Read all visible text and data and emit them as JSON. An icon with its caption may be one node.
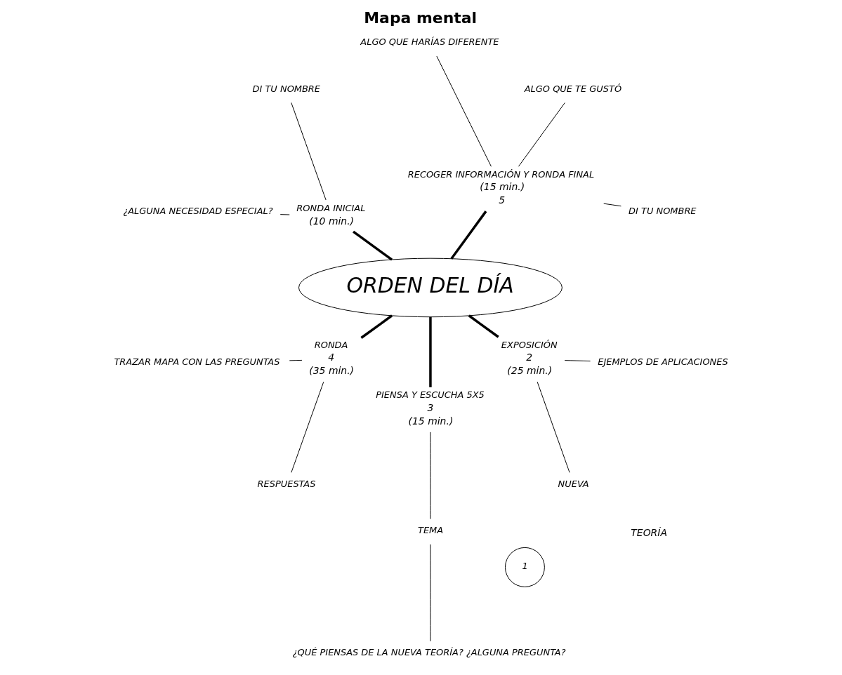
{
  "diagram": {
    "title": "Mapa mental",
    "nodes": [
      {
        "text": [
          "ORDEN DEL DÍA"
        ]
      },
      {
        "text": [
          "RECOGER INFORMACIÓN Y RONDA FINAL"
        ],
        "beside": [
          "(15 min.)",
          "5"
        ]
      },
      {
        "text": [
          "DI TU NOMBRE"
        ]
      },
      {
        "text": [
          "ALGO QUE TE GUSTÓ"
        ]
      },
      {
        "text": [
          "ALGO QUE HARÍAS DIFERENTE"
        ]
      },
      {
        "text": [
          "1"
        ]
      },
      {
        "text": [
          "RONDA INICIAL"
        ],
        "beside": [
          "(10 min.)"
        ]
      },
      {
        "text": [
          "DI TU NOMBRE"
        ]
      },
      {
        "text": [
          "¿ALGUNA NECESIDAD ESPECIAL?"
        ]
      },
      {
        "text": [
          "RONDA"
        ],
        "beside": [
          "4",
          "(35 min.)"
        ]
      },
      {
        "text": [
          "TRAZAR MAPA CON LAS PREGUNTAS"
        ]
      },
      {
        "text": [
          "RESPUESTAS"
        ]
      },
      {
        "text": [
          "PIENSA Y ESCUCHA 5X5"
        ],
        "beside": [
          "3",
          "(15 min.)"
        ]
      },
      {
        "text": [
          "TEMA"
        ]
      },
      {
        "text": [
          "¿QUÉ PIENSAS DE LA NUEVA TEORÍA? ¿ALGUNA PREGUNTA?"
        ]
      },
      {
        "text": [
          "EXPOSICIÓN"
        ],
        "beside": [
          "2",
          "(25 min.)"
        ]
      },
      {
        "text": [
          "NUEVA"
        ]
      },
      {
        "text": [
          "EJEMPLOS DE APLICACIONES"
        ]
      }
    ],
    "edges": [
      {
        "from": 0,
        "to": 1,
        "arrow": "none",
        "style": "thick"
      },
      {
        "from": 1,
        "to": 2,
        "arrow": "none"
      },
      {
        "from": 1,
        "to": 3,
        "arrow": "none"
      },
      {
        "from": 1,
        "to": 4,
        "arrow": "none"
      },
      {
        "from": 0,
        "to": 6,
        "arrow": "none",
        "style": "thick"
      },
      {
        "from": 6,
        "to": 7,
        "arrow": "none"
      },
      {
        "from": 6,
        "to": 8,
        "arrow": "none"
      },
      {
        "from": 0,
        "to": 9,
        "arrow": "none",
        "style": "thick"
      },
      {
        "from": 9,
        "to": 10,
        "arrow": "none"
      },
      {
        "from": 9,
        "to": 11,
        "arrow": "none"
      },
      {
        "from": 0,
        "to": 12,
        "arrow": "none",
        "style": "thick"
      },
      {
        "from": 12,
        "to": 13,
        "arrow": "none"
      },
      {
        "from": 13,
        "to": 14,
        "arrow": "none"
      },
      {
        "from": 0,
        "to": 15,
        "arrow": "none",
        "style": "thick"
      },
      {
        "from": 15,
        "to": 16,
        "arrow": "none"
      },
      {
        "from": 15,
        "to": 17,
        "arrow": "none"
      }
    ],
    "labels": [
      "TEORÍA"
    ]
  }
}
